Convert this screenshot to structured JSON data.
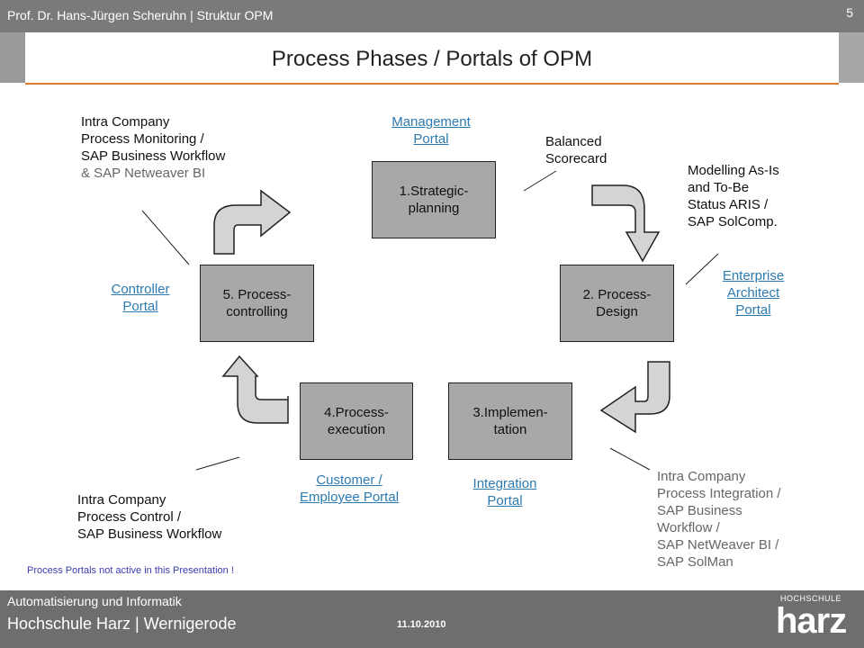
{
  "header": {
    "author_line": "Prof. Dr. Hans-Jürgen Scheruhn | Struktur OPM",
    "page_number": "5"
  },
  "title": "Process Phases / Portals of OPM",
  "boxes": {
    "strategic": [
      "1.Strategic-",
      "planning"
    ],
    "design": [
      "2. Process-",
      "Design"
    ],
    "implementation": [
      "3.Implemen-",
      "tation"
    ],
    "execution": [
      "4.Process-",
      "execution"
    ],
    "controlling": [
      "5. Process-",
      "controlling"
    ]
  },
  "portals": {
    "management": [
      "Management",
      "Portal"
    ],
    "enterprise_architect": [
      "Enterprise",
      "Architect",
      "Portal"
    ],
    "integration": [
      "Integration",
      "Portal"
    ],
    "customer_employee": [
      "Customer /",
      "Employee Portal"
    ],
    "controller": [
      "Controller",
      "Portal"
    ]
  },
  "annotations": {
    "monitoring": [
      "Intra Company",
      "Process Monitoring /",
      "SAP Business Workflow"
    ],
    "monitoring_grey": "& SAP Netweaver BI",
    "scorecard": [
      "Balanced",
      "Scorecard"
    ],
    "modelling": [
      "Modelling As-Is",
      "and To-Be",
      "Status ARIS /",
      "SAP SolComp."
    ],
    "integration_desc": [
      "Intra Company",
      "Process Integration /",
      "SAP Business",
      "Workflow /",
      "SAP NetWeaver BI /",
      "SAP SolMan"
    ],
    "control": [
      "Intra Company",
      "Process Control /",
      "SAP Business Workflow"
    ]
  },
  "note": "Process Portals not active in this Presentation !",
  "footer": {
    "dept": "Automatisierung und Informatik",
    "school": "Hochschule Harz | Wernigerode",
    "date": "11.10.2010",
    "logo_small": "HOCHSCHULE",
    "logo_big": "harz"
  },
  "colors": {
    "accent": "#e37b2e",
    "box_fill": "#a8a8a8",
    "link": "#2c7ab0",
    "arrow_fill": "#d4d4d4"
  }
}
